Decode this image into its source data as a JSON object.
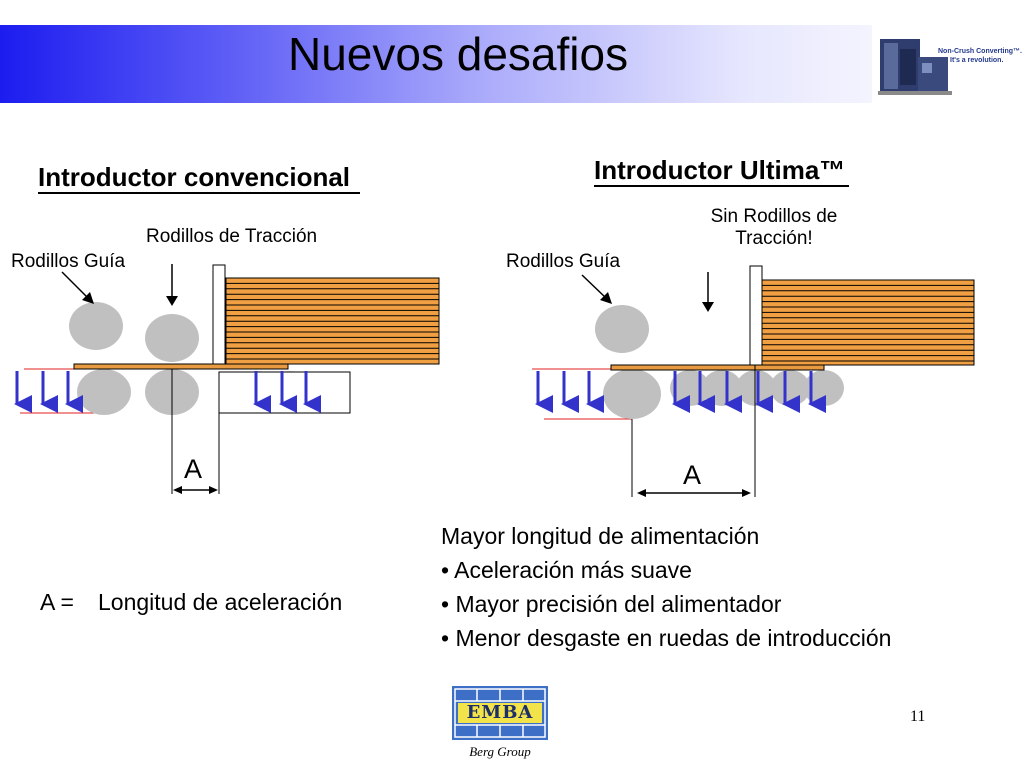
{
  "slide": {
    "title": "Nuevos desafios",
    "page_number": "11"
  },
  "brand": {
    "tagline_line1": "Non-Crush Converting™.",
    "tagline_line2": "It's a revolution."
  },
  "left": {
    "heading": "Introductor convencional",
    "label_traction": "Rodillos de Tracción",
    "label_guide": "Rodillos Guía",
    "dimension": "A"
  },
  "right": {
    "heading": "Introductor Ultima™",
    "label_no_traction_line1": "Sin Rodillos de",
    "label_no_traction_line2": "Tracción!",
    "label_guide": "Rodillos Guía",
    "dimension": "A"
  },
  "legend": {
    "symbol": "A =",
    "text": "Longitud de aceleración"
  },
  "benefits": {
    "intro": "Mayor longitud de alimentación",
    "items": [
      "• Aceleración más suave",
      "• Mayor precisión del alimentador",
      "• Menor desgaste en ruedas de introducción"
    ]
  },
  "footer": {
    "logo_text": "EMBA",
    "group": "Berg  Group"
  },
  "colors": {
    "title_gradient_start": "#1c1cf0",
    "stack_fill": "#f0a043",
    "roller_gray": "#c0c0c0",
    "arrow_blue": "#3333cc",
    "guide_line_red": "#e02020"
  }
}
